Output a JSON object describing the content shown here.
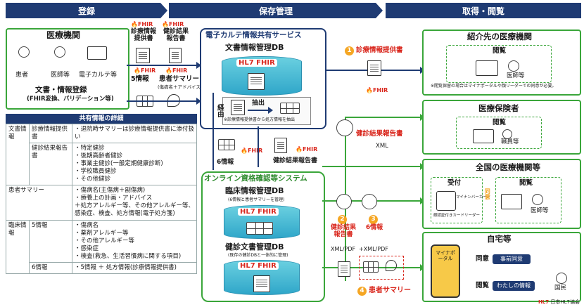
{
  "headers": {
    "register": "登録",
    "storage": "保存管理",
    "retrieve": "取得・閲覧"
  },
  "medical_institution": {
    "title": "医療機関",
    "roles": [
      "患者",
      "医師等",
      "電子カルテ等"
    ],
    "entry": "文書・情報登録",
    "entry_sub": "(FHIR変換、バリデーション等)"
  },
  "left_flows": {
    "fhir": "FHIR",
    "doc_referral": "診療情報提供書",
    "doc_checkup": "健診結果報告書",
    "info5": "5情報",
    "patient_summary": "患者サマリー",
    "patient_summary_sub": "(傷病名＋アドバイス)"
  },
  "ehr_service": {
    "title": "電子カルテ情報共有サービス",
    "db_title": "文書情報管理DB",
    "db_label": "HL7 FHIR",
    "extract": "抽出",
    "note": "※診療情報提供書から処方情報を抽出",
    "via": "経由"
  },
  "mid_labels": {
    "info6": "6情報",
    "checkup_report": "健診結果報告書",
    "fhir": "FHIR"
  },
  "online_system": {
    "title": "オンライン資格確認等システム",
    "db1_title": "臨床情報管理DB",
    "db1_sub": "(6情報と患者サマリーを管理)",
    "db2_title": "健診文書管理DB",
    "db2_sub": "(既存の健診DBと一体的に管理)",
    "db_label": "HL7 FHIR"
  },
  "right_flows": {
    "n1": "1",
    "referral": "診療情報提供書",
    "fhir": "FHIR",
    "checkup": "健診結果報告書",
    "xml": "XML",
    "n2": "2",
    "n2_label1": "健診結果",
    "n2_label2": "報告書",
    "n2_format": "XML/PDF",
    "n3": "3",
    "n3_label": "6情報",
    "n3_format": "+XML/PDF",
    "n4": "4",
    "n4_label": "患者サマリー"
  },
  "targets": {
    "referral_dest": {
      "title": "紹介先の医療機関",
      "view": "閲覧",
      "role": "医師等",
      "note": "※閲覧保留の場合はマイナポータルや顔リーダーでの同意が必要。"
    },
    "insurer": {
      "title": "医療保険者",
      "view": "閲覧",
      "role": "職員等"
    },
    "nationwide": {
      "title": "全国の医療機関等",
      "reception": "受付",
      "card": "マイナンバーカード",
      "reader": "顔認証付きカードリーダー",
      "consent": "同意",
      "view": "閲覧",
      "role": "医師等"
    },
    "home": {
      "title": "自宅等",
      "portal": "マイナポータル",
      "consent": "同意",
      "consent_btn": "事前同意",
      "view": "閲覧",
      "view_btn": "わたしの情報",
      "citizen": "国民"
    }
  },
  "share_table": {
    "title": "共有情報の詳細",
    "doc_info": "文書情報",
    "referral": "診療情報提供書",
    "referral_text": "・退院時サマリーは診療情報提供書に添付扱い",
    "checkup": "健診結果報告書",
    "checkup_text": [
      "・特定健診",
      "・後期高齢者健診",
      "・事業主健診(一般定期健康診断)",
      "・学校職員健診",
      "・その他健診"
    ],
    "summary": "患者サマリー",
    "summary_text": [
      "・傷病名(主傷病＋副傷病)",
      "・療養上の計画・アドバイス",
      "＋処方アレルギー等、その他アレルギー等、",
      "感染症、検査、処方情報(電子処方箋)"
    ],
    "clinical": "臨床情報",
    "info5": "5情報",
    "info5_text": [
      "・傷病名",
      "・薬剤アレルギー等",
      "・その他アレルギー等",
      "・感染症",
      "・検査(救急、生活習慣病に関する項目)"
    ],
    "info6": "6情報",
    "info6_text": "・5情報 ＋ 処方情報(診療情報提供書)"
  },
  "footer": "日本HL7協会"
}
